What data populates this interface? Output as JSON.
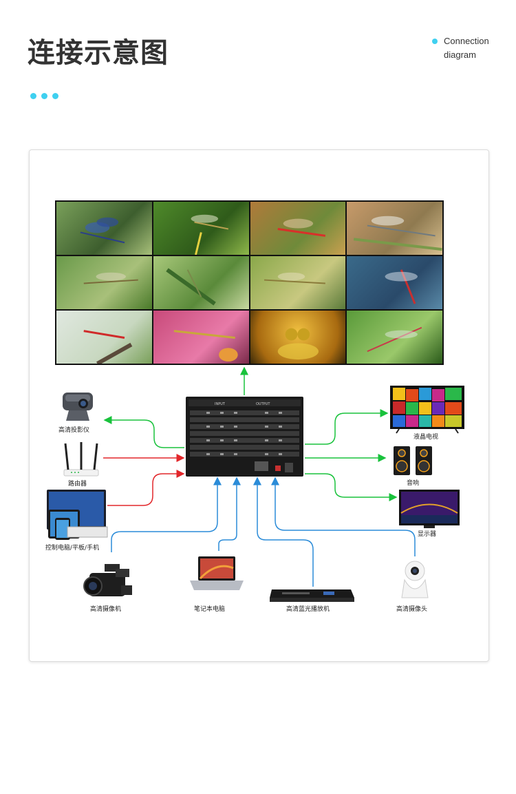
{
  "header": {
    "title": "连接示意图",
    "subtitle_line1": "Connection",
    "subtitle_line2": "diagram"
  },
  "devices": {
    "projector": "高清投影仪",
    "router": "路由器",
    "control_pc": "控制电脑/平板/手机",
    "lcd_tv": "液晶电视",
    "speaker": "音响",
    "monitor": "显示器",
    "camcorder": "高清摄像机",
    "laptop": "笔记本电脑",
    "bluray": "高清蓝光播放机",
    "ipcam": "高清摄像头"
  },
  "matrix": {
    "input_label": "INPUT",
    "output_label": "OUTPUT"
  },
  "colors": {
    "accent": "#3fd0f0",
    "output_line": "#19c23c",
    "control_line": "#e2262a",
    "input_line": "#2a8bd8"
  }
}
